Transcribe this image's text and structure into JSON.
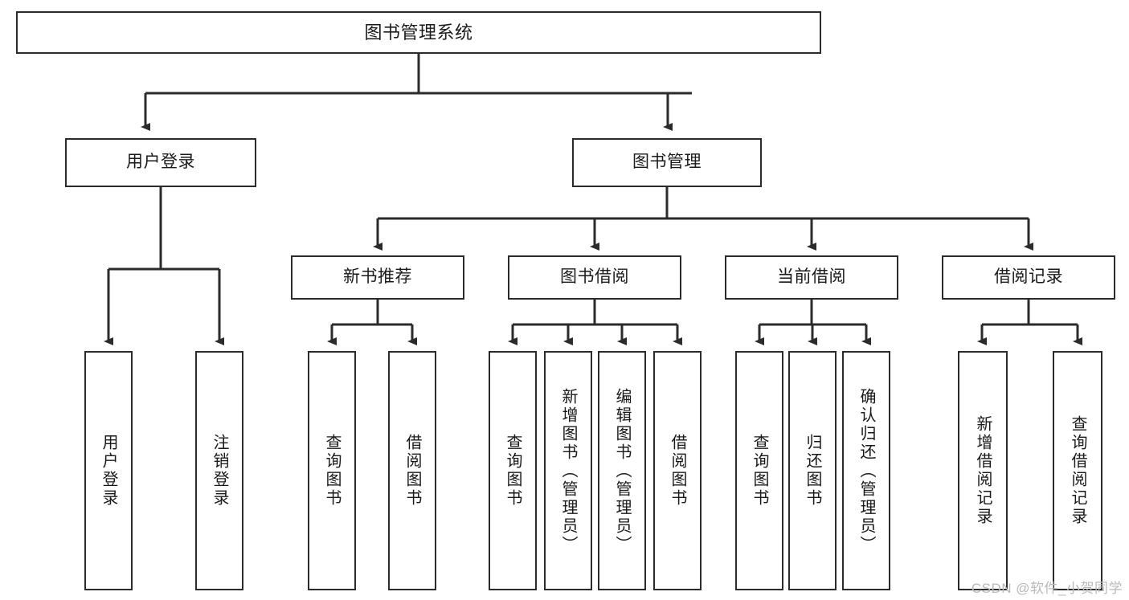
{
  "diagram": {
    "title": "图书管理系统",
    "type": "hierarchy-tree",
    "watermark": "CSDN @软件_小贺同学",
    "colors": {
      "box_border": "#2b2b2b",
      "box_fill": "#ffffff",
      "connector": "#2b2b2b",
      "text": "#1a1a1a",
      "watermark": "#b9b9b9",
      "background": "#ffffff"
    },
    "nodes": {
      "root": {
        "label": "图书管理系统",
        "level": 0
      },
      "login": {
        "label": "用户登录",
        "level": 1
      },
      "book_mgmt": {
        "label": "图书管理",
        "level": 1
      },
      "new_book_rec": {
        "label": "新书推荐",
        "level": 2
      },
      "book_borrow": {
        "label": "图书借阅",
        "level": 2
      },
      "current_borrow": {
        "label": "当前借阅",
        "level": 2
      },
      "borrow_record": {
        "label": "借阅记录",
        "level": 2
      },
      "leaf_user_login": {
        "label": "用户登录",
        "level": 3
      },
      "leaf_logout": {
        "label": "注销登录",
        "level": 3
      },
      "leaf_query_book_a": {
        "label": "查询图书",
        "level": 3
      },
      "leaf_borrow_book_a": {
        "label": "借阅图书",
        "level": 3
      },
      "leaf_query_book_b": {
        "label": "查询图书",
        "level": 3
      },
      "leaf_add_book": {
        "label": "新增图书（管理员）",
        "level": 3
      },
      "leaf_edit_book": {
        "label": "编辑图书（管理员）",
        "level": 3
      },
      "leaf_borrow_book_b": {
        "label": "借阅图书",
        "level": 3
      },
      "leaf_query_book_c": {
        "label": "查询图书",
        "level": 3
      },
      "leaf_return_book": {
        "label": "归还图书",
        "level": 3
      },
      "leaf_confirm_return": {
        "label": "确认归还（管理员）",
        "level": 3
      },
      "leaf_add_record": {
        "label": "新增借阅记录",
        "level": 3
      },
      "leaf_query_record": {
        "label": "查询借阅记录",
        "level": 3
      }
    },
    "edges": [
      {
        "from": "root",
        "to": "login"
      },
      {
        "from": "root",
        "to": "book_mgmt"
      },
      {
        "from": "login",
        "to": "leaf_user_login"
      },
      {
        "from": "login",
        "to": "leaf_logout"
      },
      {
        "from": "book_mgmt",
        "to": "new_book_rec"
      },
      {
        "from": "book_mgmt",
        "to": "book_borrow"
      },
      {
        "from": "book_mgmt",
        "to": "current_borrow"
      },
      {
        "from": "book_mgmt",
        "to": "borrow_record"
      },
      {
        "from": "new_book_rec",
        "to": "leaf_query_book_a"
      },
      {
        "from": "new_book_rec",
        "to": "leaf_borrow_book_a"
      },
      {
        "from": "book_borrow",
        "to": "leaf_query_book_b"
      },
      {
        "from": "book_borrow",
        "to": "leaf_add_book"
      },
      {
        "from": "book_borrow",
        "to": "leaf_edit_book"
      },
      {
        "from": "book_borrow",
        "to": "leaf_borrow_book_b"
      },
      {
        "from": "current_borrow",
        "to": "leaf_query_book_c"
      },
      {
        "from": "current_borrow",
        "to": "leaf_return_book"
      },
      {
        "from": "current_borrow",
        "to": "leaf_confirm_return"
      },
      {
        "from": "borrow_record",
        "to": "leaf_add_record"
      },
      {
        "from": "borrow_record",
        "to": "leaf_query_record"
      }
    ]
  }
}
